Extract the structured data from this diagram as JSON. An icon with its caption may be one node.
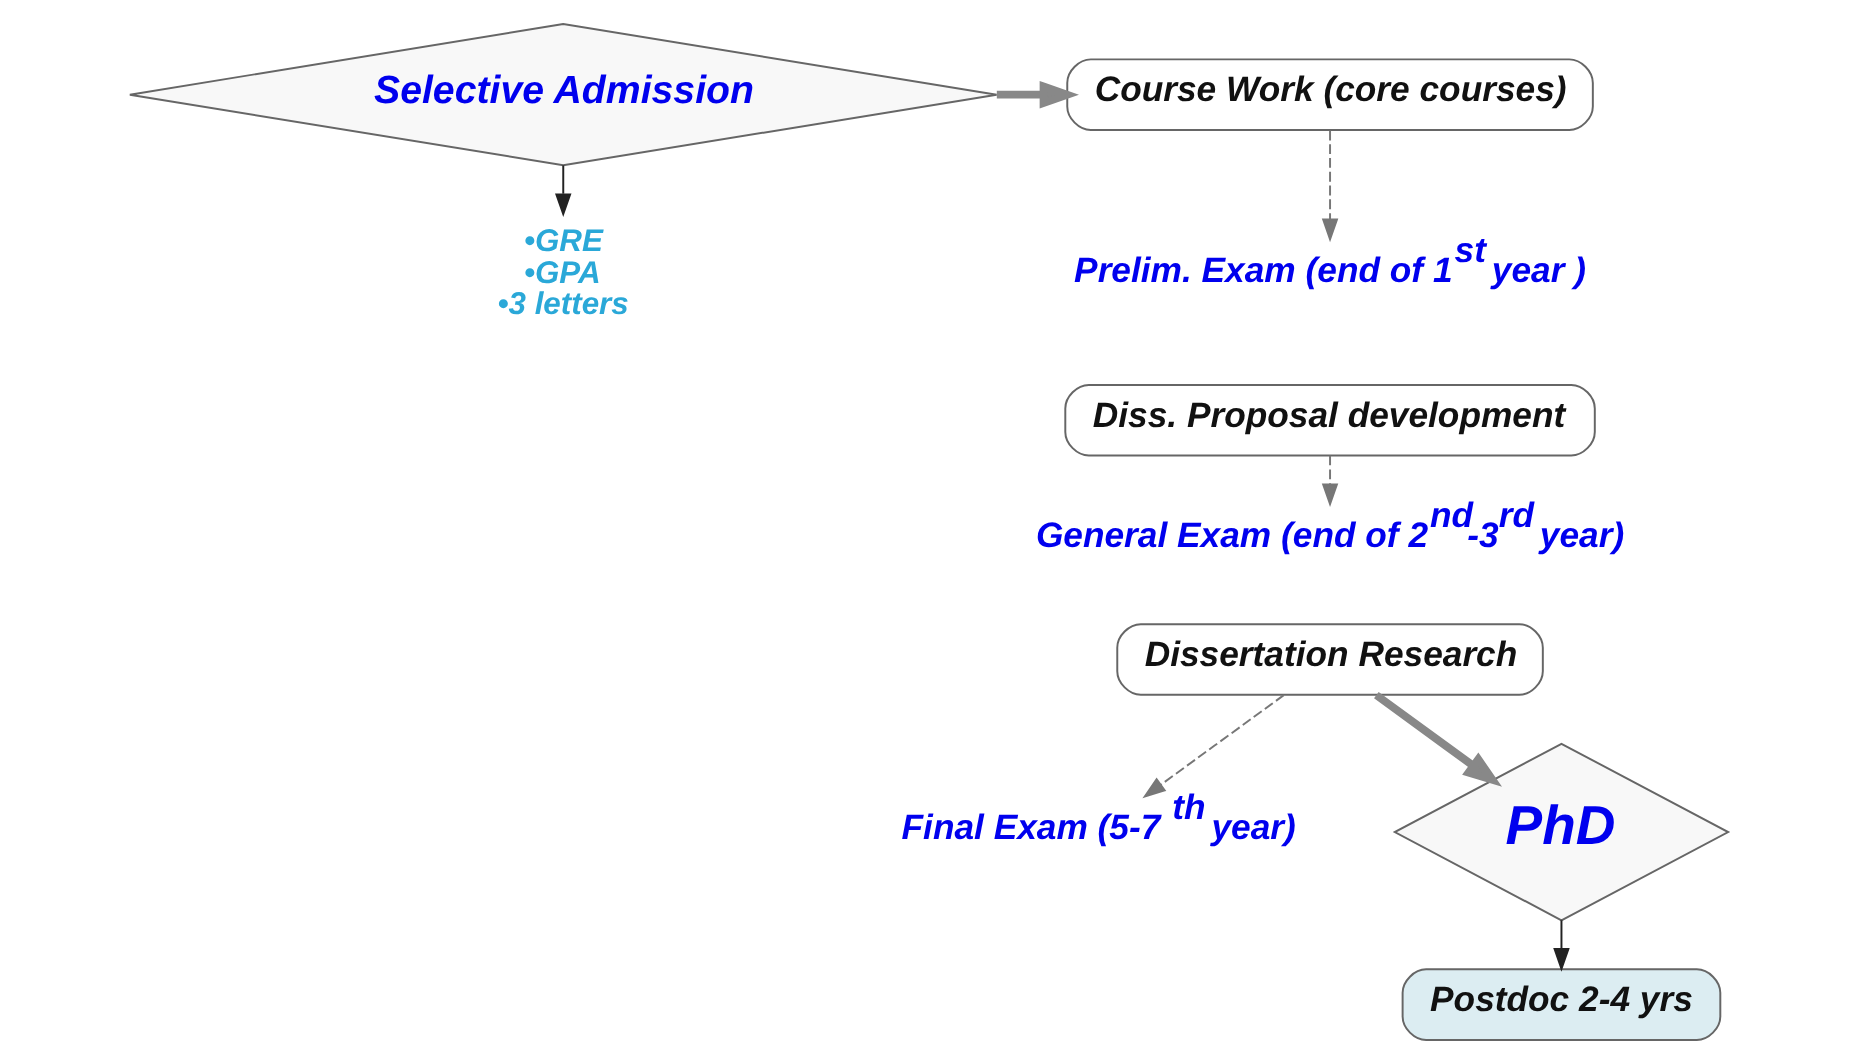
{
  "diagram": {
    "nodes": [
      {
        "text": [
          "Selective Admission"
        ]
      },
      {
        "text": [
          "Course Work (core courses)"
        ]
      },
      {
        "text": [
          "Prelim. Exam (end of 1$^{st}$ year )"
        ]
      },
      {
        "text": [
          "Diss. Proposal development"
        ]
      },
      {
        "text": [
          "General Exam (end of 2$^{nd}$-3$^{rd}$ year)"
        ]
      },
      {
        "text": [
          "Dissertation Research"
        ]
      },
      {
        "text": [
          "Final Exam (5-7 $^{th}$ year)"
        ]
      },
      {
        "text": [
          "PhD"
        ]
      },
      {
        "text": [
          "Postdoc 2-4 yrs"
        ]
      },
      {
        "text": [
          "•GRE",
          "•GPA",
          "•3 letters"
        ]
      }
    ],
    "edges": [
      {
        "from": 0,
        "to": 1,
        "arrow": "to",
        "style": "thick"
      },
      {
        "from": 0,
        "to": 9,
        "arrow": "to"
      },
      {
        "from": 1,
        "to": 2,
        "arrow": "to",
        "style": "dashed"
      },
      {
        "from": 3,
        "to": 4,
        "arrow": "to",
        "style": "dashed"
      },
      {
        "from": 5,
        "to": 6,
        "arrow": "to",
        "style": "dashed"
      },
      {
        "from": 5,
        "to": 7,
        "arrow": "to",
        "style": "thick"
      },
      {
        "from": 7,
        "to": 8,
        "arrow": "to"
      }
    ]
  }
}
